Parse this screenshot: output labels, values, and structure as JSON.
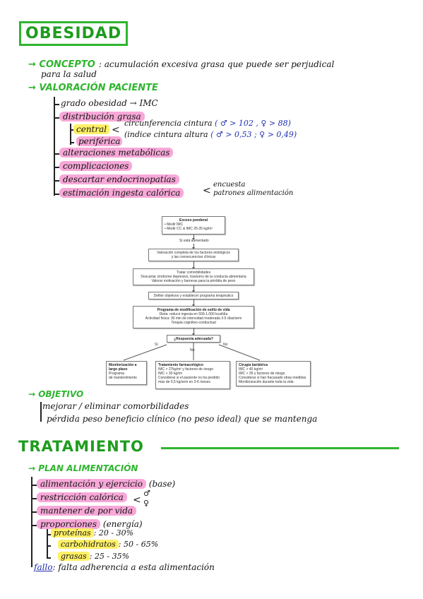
{
  "title": "OBESIDAD",
  "concepto": {
    "label": "CONCEPTO",
    "text_line1": ": acumulación excesiva grasa que puede ser perjudical",
    "text_line2": "para la salud"
  },
  "valoracion": {
    "label": "VALORACIÓN PACIENTE",
    "grado": "grado obesidad",
    "imc": "IMC",
    "distribucion": "distribución grasa",
    "central": "central",
    "periferica": "periférica",
    "circunferencia": "circunferencia cintura",
    "circunferencia_values": "( ♂ > 102 , ♀ > 88)",
    "indice": "(indice cintura altura",
    "indice_values": "( ♂ > 0,53 ; ♀ > 0,49)",
    "alteraciones": "alteraciones metabólicas",
    "complicaciones": "complicaciones",
    "descartar": "descartar endocrinopatías",
    "estimacion": "estimación ingesta calórica",
    "encuesta": "encuesta",
    "patrones": "patrones alimentación"
  },
  "flowchart": {
    "box1_title": "Exceso ponderal",
    "box1_l1": "• Medir IMC",
    "box1_l2": "• Medir CC si IMC 25-35 kg/m²",
    "label_aumentado": "Si está aumentado",
    "box2_l1": "Valoración completa de los factores etiológicos",
    "box2_l2": "y las consecuencias clínicas",
    "box3_l1": "Tratar comorbilidades",
    "box3_l2": "Descartar síndrome depresivo, trastorno de la conducta alimentaria",
    "box3_l3": "Valorar motivación y barreras para la pérdida de peso",
    "box4": "Definir objetivos y establecer programa terapéutico",
    "box5_title": "Programa de modificación de estilo de vida",
    "box5_l1": "Dieta: reducir ingesta en 500-1.000 kcal/día",
    "box5_l2": "Actividad física: 30 min de intensidad moderada 3-5 días/sem",
    "box5_l3": "Terapia cognitivo-conductual",
    "box6": "¿Respuesta adecuada?",
    "label_si": "Sí",
    "label_no1": "No",
    "label_no2": "No",
    "box7_title": "Monitorización a largo plazo",
    "box7_l1": "Programa",
    "box7_l2": "de mantenimiento",
    "box8_title": "Tratamiento farmacológico",
    "box8_l1": "IMC > 27kg/m² y factores de riesgo",
    "box8_l2": "IMC > 30 kg/m²",
    "box8_l3": "Considerar si el paciente no ha perdido",
    "box8_l4": "más de 0,5 kg/sem en 3-6 meses",
    "box9_title": "Cirugía bariátrica",
    "box9_l1": "IMC > 40 kg/m²",
    "box9_l2": "IMC > 35 y factores de riesgo",
    "box9_l3": "Considerar si han fracasado otras medidas",
    "box9_l4": "Monitorización durante toda la vida"
  },
  "objetivo": {
    "label": "OBJETIVO",
    "item1": "mejorar / eliminar comorbilidades",
    "item2": "pérdida peso beneficio clínico (no peso ideal) que se mantenga"
  },
  "tratamiento": {
    "title": "TRATAMIENTO",
    "plan_label": "PLAN ALIMENTACIÓN",
    "alimentacion": "alimentación y ejercicio",
    "alimentacion_note": "(base)",
    "restriccion": "restricción calórica",
    "male_symbol": "♂",
    "female_symbol": "♀",
    "mantener": "mantener de por vida",
    "proporciones": "proporciones",
    "proporciones_note": "(energía)",
    "proteinas": "proteínas",
    "proteinas_value": ": 20 - 30%",
    "carbohidratos": "carbohidratos",
    "carbohidratos_value": ": 50 - 65%",
    "grasas": "grasas",
    "grasas_value": ": 25 - 35%",
    "fallo": "fallo",
    "fallo_text": ": falta adherencia a esta alimentación"
  },
  "colors": {
    "green": "#2fb52f",
    "pink_highlight": "#f7a8d8",
    "yellow_highlight": "#fff067",
    "blue_ink": "#1f2fb0"
  }
}
